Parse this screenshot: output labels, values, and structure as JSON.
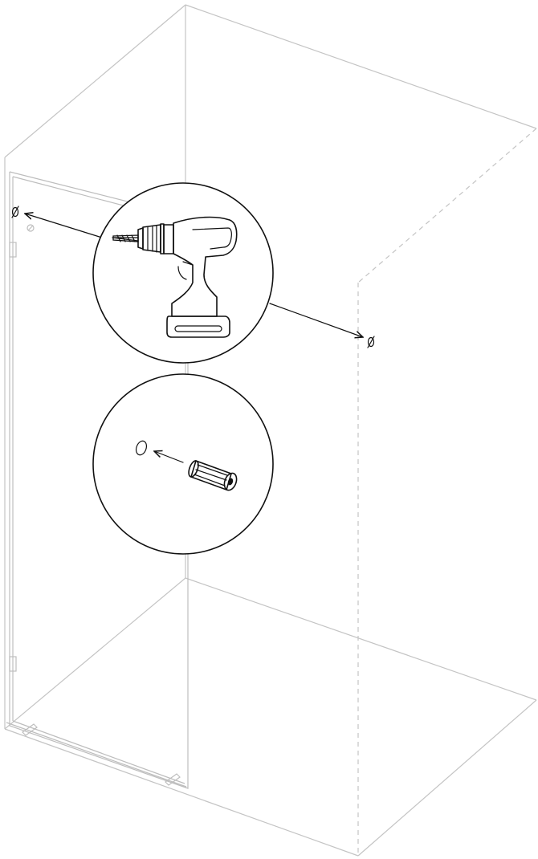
{
  "diagram": {
    "kind": "assembly-instruction-step",
    "callouts": [
      "drill-detail",
      "wall-plug-detail"
    ],
    "colors": {
      "structure": "#c4c4c4",
      "ink": "#111111",
      "background": "#ffffff"
    },
    "icons": [
      "cordless-drill-icon",
      "wall-plug-icon",
      "drill-hole-mark-icon"
    ]
  }
}
